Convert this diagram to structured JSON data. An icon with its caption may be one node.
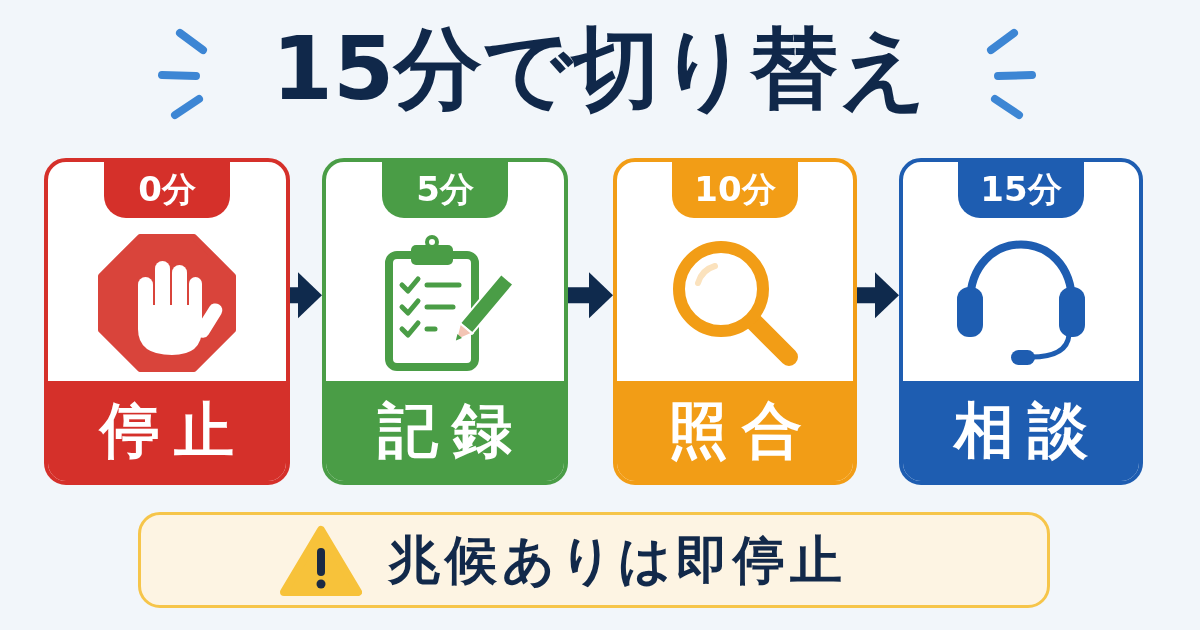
{
  "diagram": {
    "title": "15分で切り替え",
    "nodes": [
      {
        "text": [
          "0分",
          "停止"
        ]
      },
      {
        "text": [
          "5分",
          "記録"
        ]
      },
      {
        "text": [
          "10分",
          "照合"
        ]
      },
      {
        "text": [
          "15分",
          "相談"
        ]
      },
      {
        "text": [
          "兆候ありは即停止"
        ]
      }
    ],
    "edges": [
      {
        "from": 0,
        "to": 1,
        "arrow": "to"
      },
      {
        "from": 1,
        "to": 2,
        "arrow": "to"
      },
      {
        "from": 2,
        "to": 3,
        "arrow": "to"
      }
    ]
  }
}
